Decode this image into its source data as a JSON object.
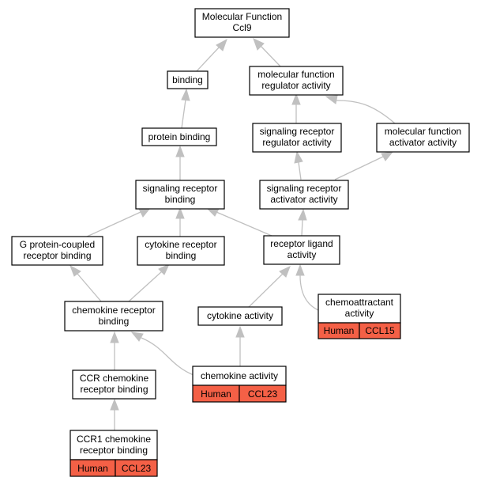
{
  "nodes": {
    "root": [
      "Molecular Function",
      "Ccl9"
    ],
    "binding": [
      "binding"
    ],
    "mfra": [
      "molecular function",
      "regulator activity"
    ],
    "protein": [
      "protein binding"
    ],
    "srra": [
      "signaling receptor",
      "regulator activity"
    ],
    "mfaa": [
      "molecular function",
      "activator activity"
    ],
    "srb": [
      "signaling receptor",
      "binding"
    ],
    "sraa": [
      "signaling receptor",
      "activator activity"
    ],
    "gpcr": [
      "G protein-coupled",
      "receptor binding"
    ],
    "crb": [
      "cytokine receptor",
      "binding"
    ],
    "rla": [
      "receptor ligand",
      "activity"
    ],
    "chemorb": [
      "chemokine receptor",
      "binding"
    ],
    "cytact": [
      "cytokine activity"
    ],
    "chemoattr": [
      "chemoattractant",
      "activity"
    ],
    "ccrb": [
      "CCR chemokine",
      "receptor binding"
    ],
    "chemact": [
      "chemokine activity"
    ],
    "ccr1": [
      "CCR1 chemokine",
      "receptor binding"
    ]
  },
  "annotations": {
    "chemoattr": [
      "Human",
      "CCL15"
    ],
    "chemact": [
      "Human",
      "CCL23"
    ],
    "ccr1": [
      "Human",
      "CCL23"
    ]
  },
  "colors": {
    "annotation_fill": "#f46046",
    "edge": "#c0c0c0",
    "border": "#000000"
  }
}
